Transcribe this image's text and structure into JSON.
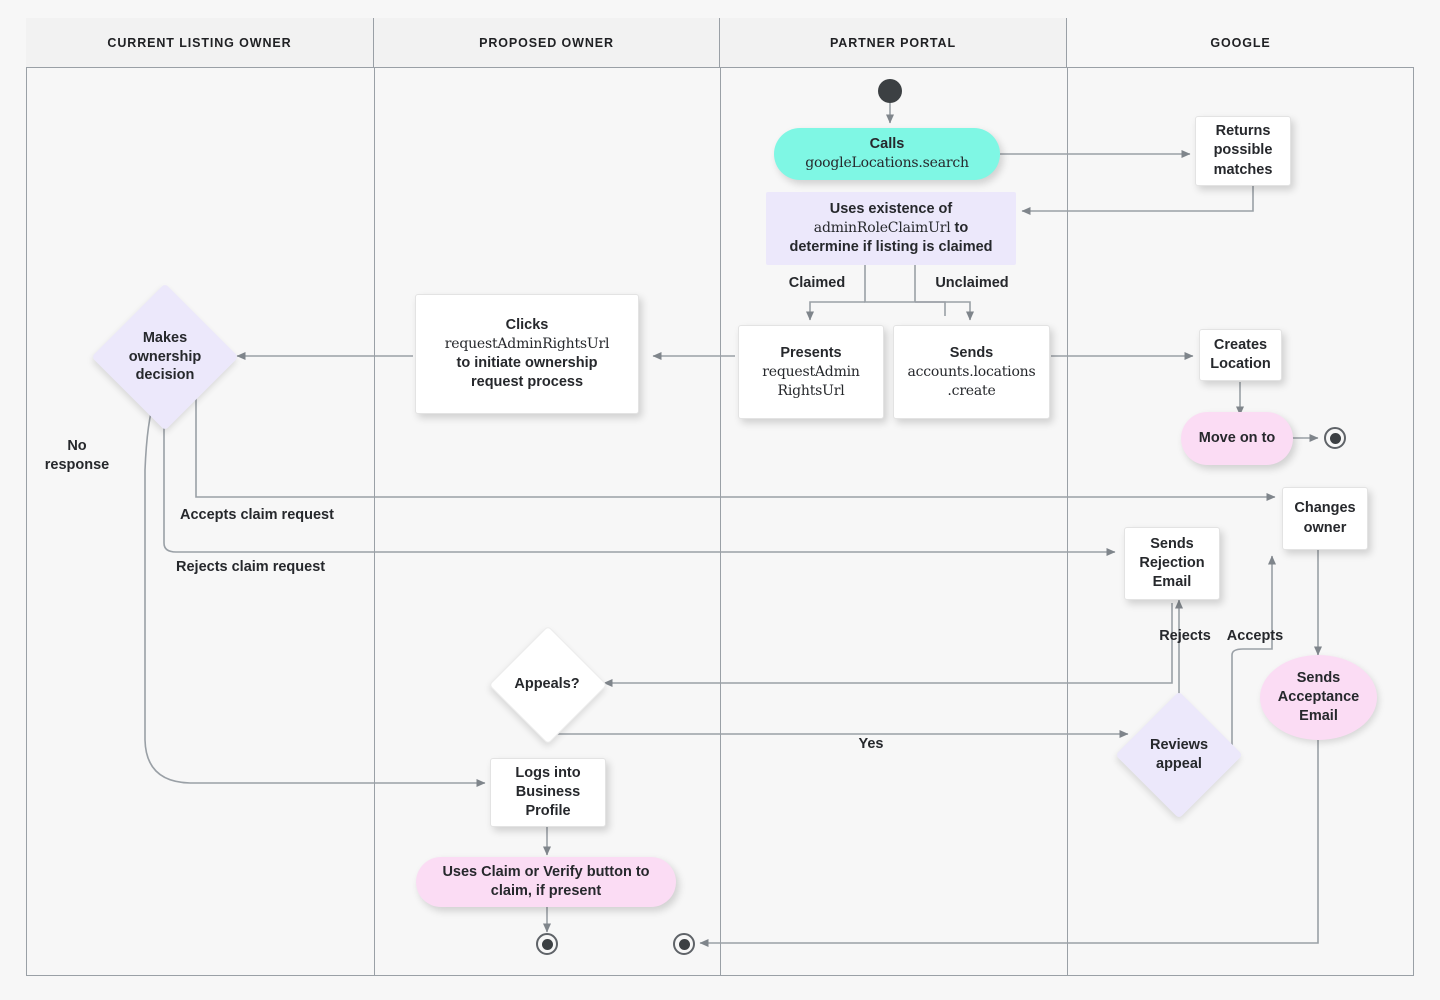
{
  "diagram": {
    "type": "swimlane-flowchart",
    "title": "Google Business Profile listing ownership transfer flow",
    "background_color": "#f7f7f7",
    "lane_colors": [
      "#f2f2f2",
      "#fafafa",
      "#f2f2f2",
      "#fafafa"
    ],
    "accent_colors": {
      "cyan": "#7ff7e4",
      "lavender": "#ece8fb",
      "pink": "#fbdcf4",
      "white": "#ffffff",
      "edge": "#9aa0a6",
      "text": "#26282c"
    }
  },
  "lanes": [
    {
      "id": "current-listing-owner",
      "label": "CURRENT LISTING OWNER"
    },
    {
      "id": "proposed-owner",
      "label": "PROPOSED OWNER"
    },
    {
      "id": "partner-portal",
      "label": "PARTNER PORTAL"
    },
    {
      "id": "google",
      "label": "GOOGLE"
    }
  ],
  "nodes": {
    "start": {
      "shape": "start-dot",
      "lane": "partner-portal"
    },
    "calls_search": {
      "shape": "pill",
      "fill": "cyan",
      "lane": "partner-portal",
      "line1": "Calls",
      "line2": "googleLocations.search"
    },
    "returns_matches": {
      "shape": "rect",
      "fill": "white",
      "lane": "google",
      "text": "Returns\npossible\nmatches"
    },
    "uses_existence": {
      "shape": "rect",
      "fill": "lavender",
      "lane": "partner-portal",
      "line1": "Uses existence of",
      "line2_mono": "adminRoleClaimUrl",
      "line2_tail": " to",
      "line3": "determine if listing is claimed"
    },
    "presents_url": {
      "shape": "rect",
      "fill": "white",
      "lane": "partner-portal",
      "line1": "Presents",
      "line2": "requestAdmin\nRightsUrl"
    },
    "sends_create": {
      "shape": "rect",
      "fill": "white",
      "lane": "partner-portal",
      "line1": "Sends",
      "line2": "accounts.locations\n.create"
    },
    "creates_location": {
      "shape": "rect",
      "fill": "white",
      "lane": "google",
      "text": "Creates\nLocation"
    },
    "move_on_to": {
      "shape": "pill",
      "fill": "pink",
      "lane": "google",
      "text": "Move on to"
    },
    "end_google": {
      "shape": "end-dot",
      "lane": "google"
    },
    "clicks_url": {
      "shape": "rect",
      "fill": "white",
      "lane": "proposed-owner",
      "line1": "Clicks",
      "line2_mono": "requestAdminRightsUrl",
      "line3": "to initiate ownership",
      "line4": "request process"
    },
    "makes_decision": {
      "shape": "diamond",
      "fill": "lavender",
      "lane": "current-listing-owner",
      "text": "Makes\nownership\ndecision"
    },
    "changes_owner": {
      "shape": "rect",
      "fill": "white",
      "lane": "google",
      "text": "Changes\nowner"
    },
    "sends_rejection": {
      "shape": "rect",
      "fill": "white",
      "lane": "google",
      "text": "Sends\nRejection\nEmail"
    },
    "sends_acceptance": {
      "shape": "oval",
      "fill": "pink",
      "lane": "google",
      "text": "Sends\nAcceptance\nEmail"
    },
    "appeals": {
      "shape": "diamond",
      "fill": "white",
      "lane": "proposed-owner",
      "text": "Appeals?"
    },
    "reviews_appeal": {
      "shape": "diamond",
      "fill": "lavender",
      "lane": "google",
      "text": "Reviews\nappeal"
    },
    "logs_into_profile": {
      "shape": "rect",
      "fill": "white",
      "lane": "proposed-owner",
      "text": "Logs into\nBusiness\nProfile"
    },
    "uses_claim_button": {
      "shape": "pill",
      "fill": "pink",
      "lane": "proposed-owner",
      "text": "Uses Claim or Verify button to\nclaim, if present"
    },
    "end_proposed": {
      "shape": "end-dot",
      "lane": "proposed-owner"
    },
    "end_partner": {
      "shape": "end-dot",
      "lane": "partner-portal"
    }
  },
  "edge_labels": {
    "claimed": "Claimed",
    "unclaimed": "Unclaimed",
    "no_response": "No\nresponse",
    "accepts_claim_request": "Accepts claim request",
    "rejects_claim_request": "Rejects claim request",
    "rejects": "Rejects",
    "accepts": "Accepts",
    "yes": "Yes"
  },
  "edges": [
    {
      "from": "start",
      "to": "calls_search",
      "label": ""
    },
    {
      "from": "calls_search",
      "to": "returns_matches",
      "label": ""
    },
    {
      "from": "returns_matches",
      "to": "uses_existence",
      "label": ""
    },
    {
      "from": "uses_existence",
      "to": "presents_url",
      "label": "Claimed"
    },
    {
      "from": "uses_existence",
      "to": "sends_create",
      "label": "Unclaimed"
    },
    {
      "from": "presents_url",
      "to": "clicks_url",
      "label": ""
    },
    {
      "from": "clicks_url",
      "to": "makes_decision",
      "label": ""
    },
    {
      "from": "sends_create",
      "to": "creates_location",
      "label": ""
    },
    {
      "from": "creates_location",
      "to": "move_on_to",
      "label": ""
    },
    {
      "from": "move_on_to",
      "to": "end_google",
      "label": ""
    },
    {
      "from": "makes_decision",
      "to": "logs_into_profile",
      "label": "No response"
    },
    {
      "from": "makes_decision",
      "to": "changes_owner",
      "label": "Accepts claim request"
    },
    {
      "from": "makes_decision",
      "to": "sends_rejection",
      "label": "Rejects claim request"
    },
    {
      "from": "changes_owner",
      "to": "sends_acceptance",
      "label": ""
    },
    {
      "from": "sends_rejection",
      "to": "appeals",
      "label": ""
    },
    {
      "from": "appeals",
      "to": "reviews_appeal",
      "label": "Yes"
    },
    {
      "from": "reviews_appeal",
      "to": "sends_rejection",
      "label": "Rejects"
    },
    {
      "from": "reviews_appeal",
      "to": "changes_owner",
      "label": "Accepts"
    },
    {
      "from": "logs_into_profile",
      "to": "uses_claim_button",
      "label": ""
    },
    {
      "from": "uses_claim_button",
      "to": "end_proposed",
      "label": ""
    },
    {
      "from": "sends_acceptance",
      "to": "end_partner",
      "label": ""
    }
  ]
}
